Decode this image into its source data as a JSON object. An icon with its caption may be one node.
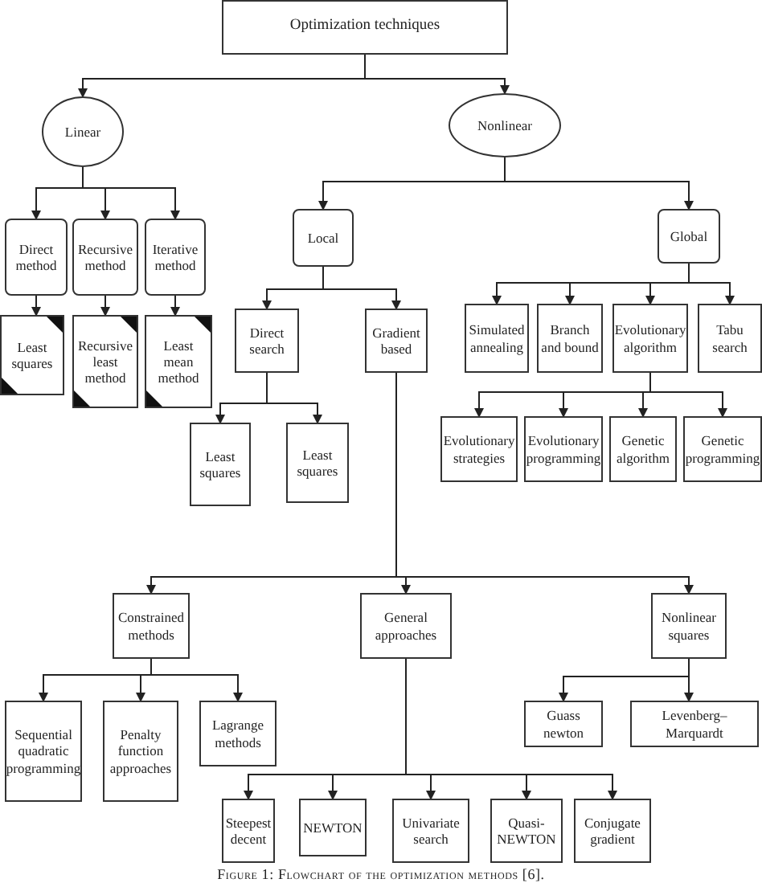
{
  "diagram": {
    "caption": "Figure 1: Flowchart of the optimization methods [6].",
    "nodes": [
      {
        "text": [
          "Optimization techniques"
        ]
      },
      {
        "text": [
          "Linear"
        ]
      },
      {
        "text": [
          "Nonlinear"
        ]
      },
      {
        "text": [
          "Direct method"
        ]
      },
      {
        "text": [
          "Recursive method"
        ]
      },
      {
        "text": [
          "Iterative method"
        ]
      },
      {
        "text": [
          "Local"
        ]
      },
      {
        "text": [
          "Global"
        ]
      },
      {
        "text": [
          "Least squares"
        ]
      },
      {
        "text": [
          "Recursive least method"
        ]
      },
      {
        "text": [
          "Least mean method"
        ]
      },
      {
        "text": [
          "Direct search"
        ]
      },
      {
        "text": [
          "Gradient based"
        ]
      },
      {
        "text": [
          "Simulated annealing"
        ]
      },
      {
        "text": [
          "Branch and bound"
        ]
      },
      {
        "text": [
          "Evolutionary algorithm"
        ]
      },
      {
        "text": [
          "Tabu search"
        ]
      },
      {
        "text": [
          "Least squares"
        ]
      },
      {
        "text": [
          "Least squares"
        ]
      },
      {
        "text": [
          "Evolutionary strategies"
        ]
      },
      {
        "text": [
          "Evolutionary programming"
        ]
      },
      {
        "text": [
          "Genetic algorithm"
        ]
      },
      {
        "text": [
          "Genetic programming"
        ]
      },
      {
        "text": [
          "Constrained methods"
        ]
      },
      {
        "text": [
          "General approaches"
        ]
      },
      {
        "text": [
          "Nonlinear squares"
        ]
      },
      {
        "text": [
          "Sequential quadratic programming"
        ]
      },
      {
        "text": [
          "Penalty function approaches"
        ]
      },
      {
        "text": [
          "Lagrange methods"
        ]
      },
      {
        "text": [
          "Guass newton"
        ]
      },
      {
        "text": [
          "Levenberg–Marquardt"
        ]
      },
      {
        "text": [
          "Steepest decent"
        ]
      },
      {
        "text": [
          "NEWTON"
        ]
      },
      {
        "text": [
          "Univariate search"
        ]
      },
      {
        "text": [
          "Quasi-NEWTON"
        ]
      },
      {
        "text": [
          "Conjugate gradient"
        ]
      }
    ],
    "edges": [
      {
        "from": 0,
        "to": 1,
        "arrow": "to"
      },
      {
        "from": 0,
        "to": 2,
        "arrow": "to"
      },
      {
        "from": 1,
        "to": 3,
        "arrow": "to"
      },
      {
        "from": 1,
        "to": 4,
        "arrow": "to"
      },
      {
        "from": 1,
        "to": 5,
        "arrow": "to"
      },
      {
        "from": 3,
        "to": 8,
        "arrow": "to"
      },
      {
        "from": 4,
        "to": 9,
        "arrow": "to"
      },
      {
        "from": 5,
        "to": 10,
        "arrow": "to"
      },
      {
        "from": 2,
        "to": 6,
        "arrow": "to"
      },
      {
        "from": 2,
        "to": 7,
        "arrow": "to"
      },
      {
        "from": 6,
        "to": 11,
        "arrow": "to"
      },
      {
        "from": 6,
        "to": 12,
        "arrow": "to"
      },
      {
        "from": 7,
        "to": 13,
        "arrow": "to"
      },
      {
        "from": 7,
        "to": 14,
        "arrow": "to"
      },
      {
        "from": 7,
        "to": 15,
        "arrow": "to"
      },
      {
        "from": 7,
        "to": 16,
        "arrow": "to"
      },
      {
        "from": 11,
        "to": 17,
        "arrow": "to"
      },
      {
        "from": 11,
        "to": 18,
        "arrow": "to"
      },
      {
        "from": 15,
        "to": 19,
        "arrow": "to"
      },
      {
        "from": 15,
        "to": 20,
        "arrow": "to"
      },
      {
        "from": 15,
        "to": 21,
        "arrow": "to"
      },
      {
        "from": 15,
        "to": 22,
        "arrow": "to"
      },
      {
        "from": 12,
        "to": 23,
        "arrow": "to"
      },
      {
        "from": 12,
        "to": 24,
        "arrow": "to"
      },
      {
        "from": 12,
        "to": 25,
        "arrow": "to"
      },
      {
        "from": 23,
        "to": 26,
        "arrow": "to"
      },
      {
        "from": 23,
        "to": 27,
        "arrow": "to"
      },
      {
        "from": 23,
        "to": 28,
        "arrow": "to"
      },
      {
        "from": 24,
        "to": 31,
        "arrow": "to"
      },
      {
        "from": 24,
        "to": 32,
        "arrow": "to"
      },
      {
        "from": 24,
        "to": 33,
        "arrow": "to"
      },
      {
        "from": 24,
        "to": 34,
        "arrow": "to"
      },
      {
        "from": 24,
        "to": 35,
        "arrow": "to"
      },
      {
        "from": 25,
        "to": 29,
        "arrow": "to"
      },
      {
        "from": 25,
        "to": 30,
        "arrow": "to"
      }
    ]
  }
}
